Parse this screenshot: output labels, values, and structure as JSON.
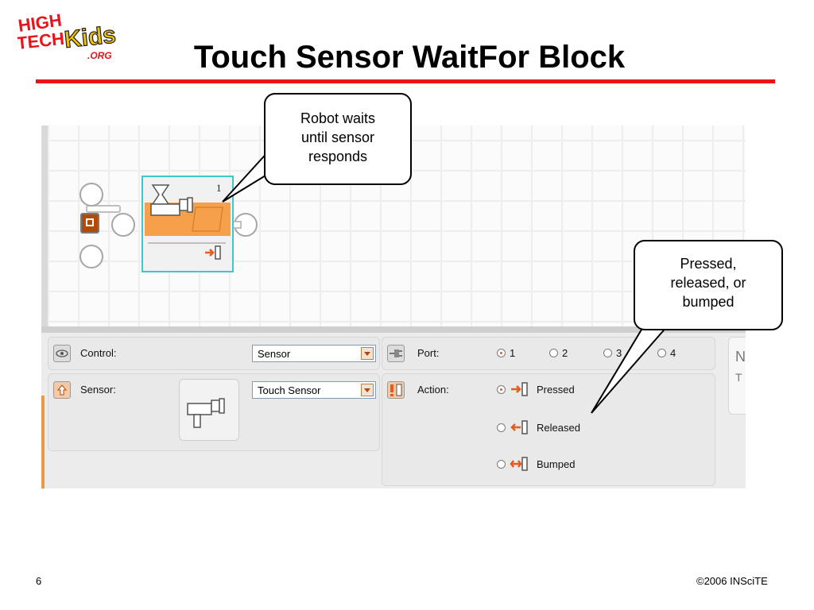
{
  "slide": {
    "title": "Touch Sensor WaitFor Block",
    "page_number": "6",
    "copyright": "©2006 INSciTE"
  },
  "logo": {
    "text": "HIGH TECH Kids .ORG",
    "brand_color": "#e8141b",
    "accent_color": "#f2c200"
  },
  "block": {
    "port_number": "1",
    "icon": "hourglass-touch-sensor-icon"
  },
  "config_panel": {
    "control": {
      "label": "Control:",
      "value": "Sensor",
      "icon": "eye-icon"
    },
    "sensor": {
      "label": "Sensor:",
      "value": "Touch Sensor",
      "icon": "sensor-arrow-icon"
    },
    "port": {
      "label": "Port:",
      "icon": "plug-icon",
      "options": [
        {
          "label": "1",
          "selected": true
        },
        {
          "label": "2",
          "selected": false
        },
        {
          "label": "3",
          "selected": false
        },
        {
          "label": "4",
          "selected": false
        }
      ]
    },
    "action": {
      "label": "Action:",
      "icon": "action-icon",
      "options": [
        {
          "label": "Pressed",
          "selected": true,
          "icon": "pressed-arrow-icon"
        },
        {
          "label": "Released",
          "selected": false,
          "icon": "released-arrow-icon"
        },
        {
          "label": "Bumped",
          "selected": false,
          "icon": "bumped-arrow-icon"
        }
      ]
    },
    "side_panel": {
      "line1": "N",
      "line2": "T"
    }
  },
  "callouts": {
    "block_note": "Robot waits until sensor responds",
    "action_note": "Pressed, released, or bumped"
  }
}
